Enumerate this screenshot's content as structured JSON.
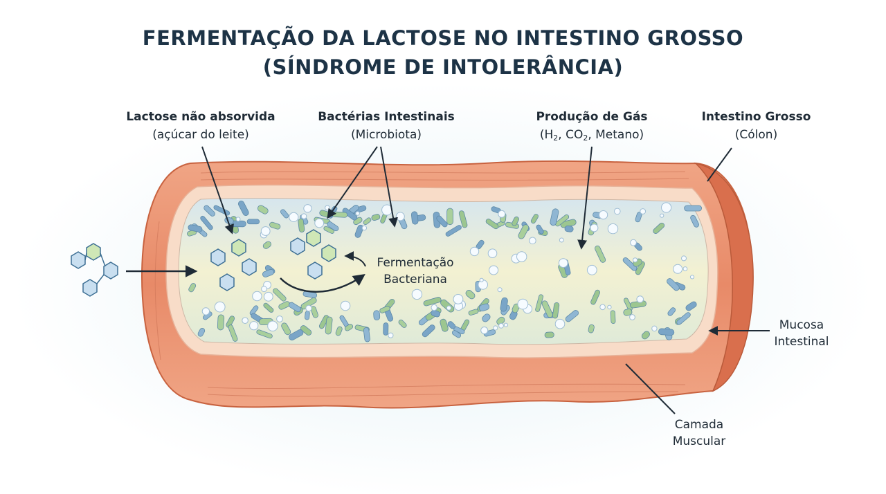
{
  "title": {
    "line1": "FERMENTAÇÃO DA LACTOSE NO INTESTINO GROSSO",
    "line2": "(SÍNDROME DE INTOLERÂNCIA)"
  },
  "labels": {
    "lactose": {
      "main": "Lactose não absorvida",
      "sub": "(açúcar do leite)"
    },
    "bacteria": {
      "main": "Bactérias Intestinais",
      "sub": "(Microbiota)"
    },
    "gas": {
      "main": "Produção de Gás",
      "sub_open": "(H",
      "sub_h2_index": "2",
      "sub_mid": ", CO",
      "sub_co2_index": "2",
      "sub_end": ", Metano)"
    },
    "colon": {
      "main": "Intestino Grosso",
      "sub": "(Cólon)"
    },
    "fermentation": {
      "line1": "Fermentação",
      "line2": "Bacteriana"
    },
    "mucosa": {
      "line1": "Mucosa",
      "line2": "Intestinal"
    },
    "muscle": {
      "line1": "Camada",
      "line2": "Muscular"
    }
  },
  "colors": {
    "title": "#1d3346",
    "muscle_outer": "#e8896a",
    "muscle_inner": "#f2a98c",
    "mucosa": "#f8dcc8",
    "lumen": "#eef3dc",
    "bacteria_blue": "#8fb6d3",
    "bacteria_green": "#a9cf9b",
    "arrow": "#1f2b36"
  },
  "icons": [
    "lactose-molecule-icon",
    "bacteria-icon",
    "gas-bubble-icon",
    "arrow-icon"
  ]
}
